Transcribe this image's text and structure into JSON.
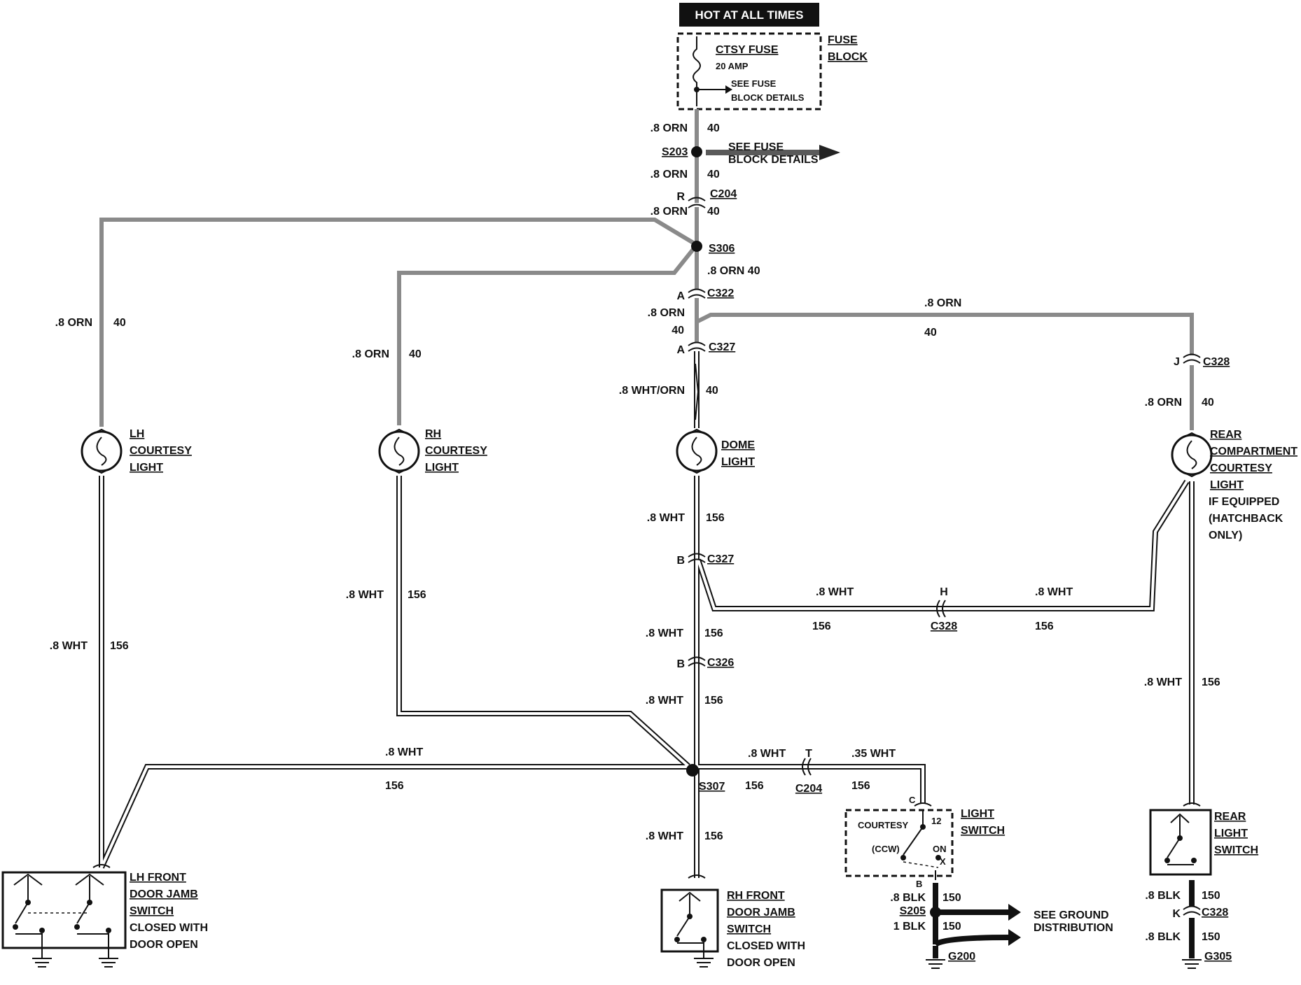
{
  "hot_label": "HOT AT ALL TIMES",
  "fuse_block": {
    "title_line1": "FUSE",
    "title_line2": "BLOCK",
    "fuse_name": "CTSY FUSE",
    "fuse_rating": "20 AMP",
    "details_line1": "SEE FUSE",
    "details_line2": "BLOCK DETAILS"
  },
  "see_fuse_block_details": {
    "line1": "SEE FUSE",
    "line2": "BLOCK DETAILS"
  },
  "splices": {
    "s203": "S203",
    "s306": "S306",
    "s307": "S307",
    "s205": "S205"
  },
  "connectors": {
    "c204_top": "C204",
    "c204_top_pin": "R",
    "c322": "C322",
    "c322_pin": "A",
    "c327_top": "C327",
    "c327_top_pin": "A",
    "c328_top": "C328",
    "c328_top_pin": "J",
    "c327_bottom": "C327",
    "c327_bottom_pin": "B",
    "c328_mid": "C328",
    "c328_mid_pin": "H",
    "c326": "C326",
    "c326_pin": "B",
    "c204_bottom": "C204",
    "c204_bottom_pin": "T",
    "c328_bottom": "C328",
    "c328_bottom_pin": "K"
  },
  "grounds": {
    "g200": "G200",
    "g305": "G305"
  },
  "wires": {
    "orn": ".8 ORN",
    "orn_40": ".8 ORN 40",
    "circuit_40": "40",
    "wht_orn": ".8 WHT/ORN",
    "wht": ".8 WHT",
    "circuit_156": "156",
    "wht_035": ".35 WHT",
    "blk_08": ".8 BLK",
    "blk_1": "1 BLK",
    "circuit_150": "150"
  },
  "lights": {
    "lh": [
      "LH",
      "COURTESY",
      "LIGHT"
    ],
    "rh": [
      "RH",
      "COURTESY",
      "LIGHT"
    ],
    "dome": [
      "DOME",
      "LIGHT"
    ],
    "rear": [
      "REAR",
      "COMPARTMENT",
      "COURTESY",
      "LIGHT"
    ],
    "rear_note": [
      "IF EQUIPPED",
      "(HATCHBACK",
      "ONLY)"
    ]
  },
  "switches": {
    "lh_front": [
      "LH FRONT",
      "DOOR JAMB",
      "SWITCH"
    ],
    "lh_front_note": [
      "CLOSED WITH",
      "DOOR OPEN"
    ],
    "rh_front": [
      "RH FRONT",
      "DOOR JAMB",
      "SWITCH"
    ],
    "rh_front_note": [
      "CLOSED WITH",
      "DOOR OPEN"
    ],
    "light_switch": [
      "LIGHT",
      "SWITCH"
    ],
    "light_switch_courtesy": "COURTESY",
    "light_switch_ccw": "(CCW)",
    "light_switch_on": "ON",
    "light_switch_pin_12": "12",
    "light_switch_pin_c": "C",
    "light_switch_pin_x": "X",
    "light_switch_pin_b": "B",
    "rear_light": [
      "REAR",
      "LIGHT",
      "SWITCH"
    ]
  },
  "ground_distribution": {
    "line1": "SEE GROUND",
    "line2": "DISTRIBUTION"
  }
}
